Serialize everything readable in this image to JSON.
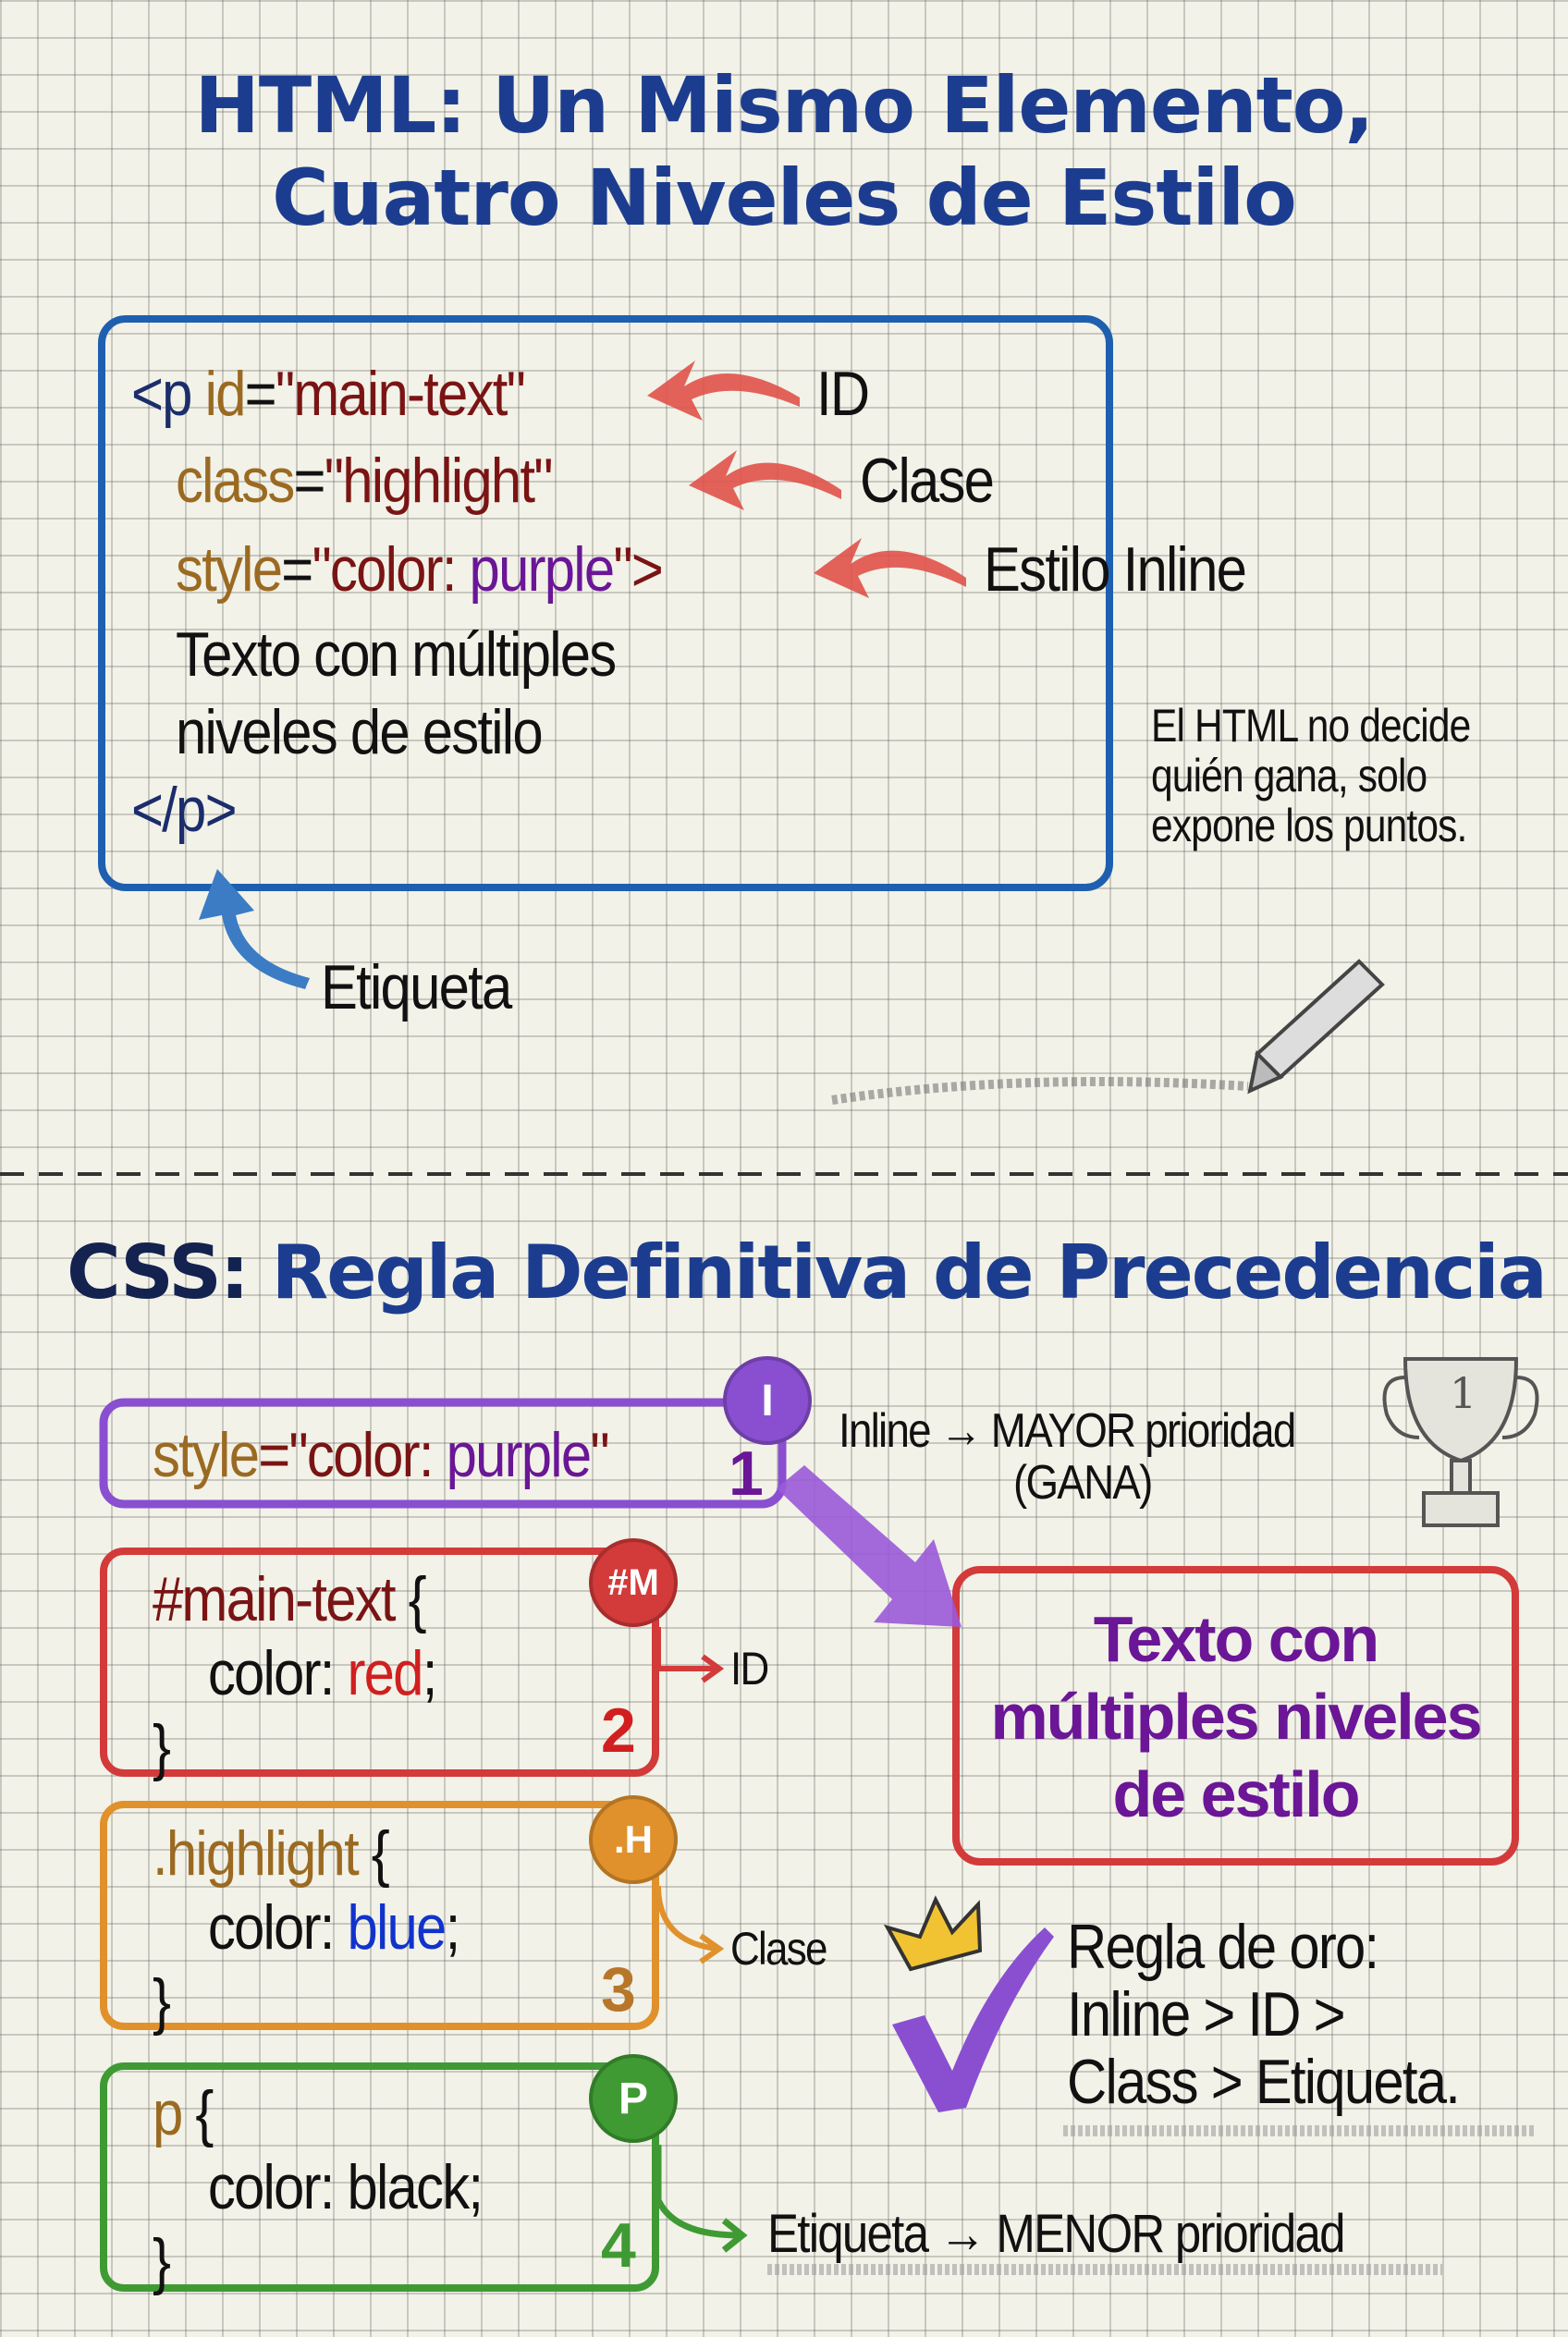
{
  "html_section": {
    "title_line1": "HTML: Un Mismo Elemento,",
    "title_line2": "Cuatro Niveles de Estilo",
    "code": {
      "open_tag": "<p",
      "id_attr": "id",
      "eq": "=",
      "id_value": "\"main-text\"",
      "class_attr": "class",
      "class_value": "\"highlight\"",
      "style_attr": "style",
      "style_value_prefix": "\"color: ",
      "style_value_color": "purple",
      "style_value_suffix": "\">",
      "text_line1": "Texto con múltiples",
      "text_line2": "niveles de estilo",
      "close_tag": "</p>"
    },
    "labels": {
      "id": "ID",
      "class": "Clase",
      "inline": "Estilo Inline",
      "tag": "Etiqueta"
    },
    "note": "El HTML no decide quién gana, solo expone los puntos."
  },
  "css_section": {
    "title_prefix": "CSS:",
    "title_rest": " Regla Definitiva de Precedencia",
    "rules": [
      {
        "badge": "I",
        "number": "1",
        "color": "#8a4fd0",
        "selector": "style",
        "eq": "=\"",
        "prop": "color: ",
        "value": "purple",
        "end": "\""
      },
      {
        "badge": "#M",
        "number": "2",
        "color": "#d33a3a",
        "selector": "#main-text",
        "open": " {",
        "prop": "color: ",
        "value": "red",
        "semi": ";",
        "close": "}",
        "label": "ID"
      },
      {
        "badge": ".H",
        "number": "3",
        "color": "#e0912c",
        "selector": ".highlight",
        "open": " {",
        "prop": "color: ",
        "value": "blue",
        "semi": ";",
        "close": "}",
        "label": "Clase"
      },
      {
        "badge": "P",
        "number": "4",
        "color": "#3f9a34",
        "selector": "p",
        "open": " {",
        "prop": "color: black;",
        "close": "}",
        "label": "Etiqueta → MENOR prioridad"
      }
    ],
    "inline_note_line1": "Inline → MAYOR prioridad",
    "inline_note_line2": "(GANA)",
    "trophy_number": "1",
    "result": {
      "line1": "Texto con",
      "line2": "múltiples niveles",
      "line3": "de estilo",
      "color": "#6a1696"
    },
    "golden_rule": {
      "line1": "Regla de oro:",
      "line2": "Inline > ID >",
      "line3": "Class > Etiqueta."
    }
  }
}
